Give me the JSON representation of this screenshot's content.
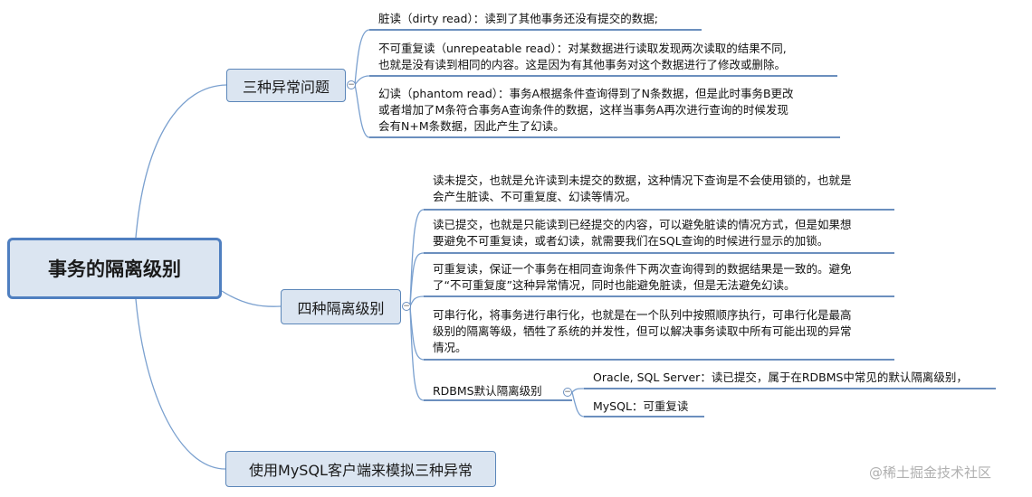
{
  "root": {
    "label": "事务的隔离级别"
  },
  "branches": {
    "anomalies": {
      "label": "三种异常问题",
      "items": [
        [
          "脏读（dirty read）：读到了其他事务还没有提交的数据;"
        ],
        [
          "不可重复读（unrepeatable read）：对某数据进行读取发现两次读取的结果不同,",
          "也就是没有读到相同的内容。这是因为有其他事务对这个数据进行了修改或删除。"
        ],
        [
          "幻读（phantom read）：事务A根据条件查询得到了N条数据，但是此时事务B更改",
          "或者增加了M条符合事务A查询条件的数据，这样当事务A再次进行查询的时候发现",
          "会有N+M条数据，因此产生了幻读。"
        ]
      ]
    },
    "levels": {
      "label": "四种隔离级别",
      "items": [
        [
          "读未提交，也就是允许读到未提交的数据，这种情况下查询是不会使用锁的，也就是",
          "会产生脏读、不可重复度、幻读等情况。"
        ],
        [
          "读已提交，也就是只能读到已经提交的内容，可以避免脏读的情况方式，但是如果想",
          "要避免不可重复读，或者幻读，就需要我们在SQL查询的时候进行显示的加锁。"
        ],
        [
          "可重复读，保证一个事务在相同查询条件下两次查询得到的数据结果是一致的。避免",
          "了“不可重复度”这种异常情况，同时也能避免脏读，但是无法避免幻读。"
        ],
        [
          "可串行化，将事务进行串行化，也就是在一个队列中按照顺序执行，可串行化是最高",
          "级别的隔离等级，牺牲了系统的并发性，但可以解决事务读取中所有可能出现的异常",
          "情况。"
        ]
      ],
      "rdbms": {
        "label": "RDBMS默认隔离级别",
        "items": [
          "Oracle, SQL Server：读已提交，属于在RDBMS中常见的默认隔离级别，",
          "MySQL：可重复读"
        ]
      }
    },
    "simulate": {
      "label": "使用MySQL客户端来模拟三种异常"
    }
  },
  "watermark": "@稀土掘金技术社区",
  "colors": {
    "node_fill": "#dbe5f1",
    "node_border": "#5b86b9",
    "line": "#7aa0cf",
    "underline": "#3a6aa8"
  },
  "icons": {
    "collapse": "collapse-minus-icon"
  }
}
